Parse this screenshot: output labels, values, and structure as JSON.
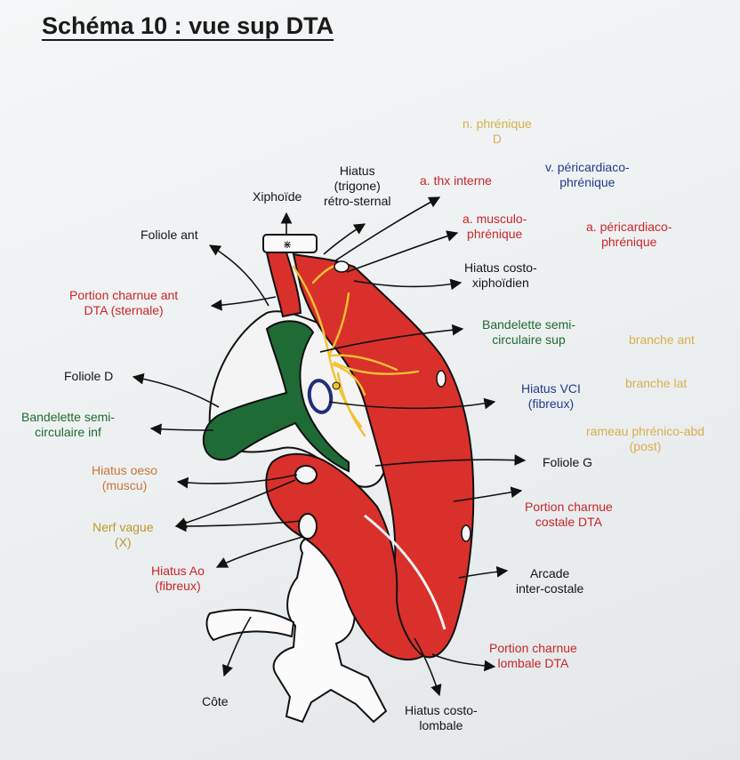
{
  "title": "Schéma 10 : vue sup DTA",
  "labels": {
    "xiphoide": "Xiphoïde",
    "hiatus_retro_sternal": "Hiatus\n(trigone)\nrétro-sternal",
    "a_thx_interne": "a. thx interne",
    "n_phrenique_d": "n. phrénique\nD",
    "v_pericardiaco": "v. péricardiaco-\nphrénique",
    "a_musculo": "a. musculo-\nphrénique",
    "a_pericardiaco": "a. péricardiaco-\nphrénique",
    "foliole_ant": "Foliole ant",
    "hiatus_costo_xiphoidien": "Hiatus costo-\nxiphoïdien",
    "portion_charnue_ant": "Portion charnue ant\nDTA (sternale)",
    "bandelette_sup": "Bandelette semi-\ncirculaire sup",
    "branche_ant": "branche ant",
    "foliole_d": "Foliole D",
    "branche_lat": "branche lat",
    "hiatus_vci": "Hiatus VCI\n(fibreux)",
    "bandelette_inf": "Bandelette semi-\ncirculaire inf",
    "rameau_phrenico": "rameau phrénico-abd\n(post)",
    "hiatus_oeso": "Hiatus oeso\n(muscu)",
    "foliole_g": "Foliole G",
    "nerf_vague": "Nerf vague\n(X)",
    "portion_charnue_costale": "Portion charnue\ncostale DTA",
    "hiatus_ao": "Hiatus Ao\n(fibreux)",
    "arcade_inter_costale": "Arcade\ninter-costale",
    "portion_charnue_lombale": "Portion charnue\nlombale DTA",
    "cote": "Côte",
    "hiatus_costo_lombale": "Hiatus costo-\nlombale"
  },
  "colors": {
    "muscle": "#d9302b",
    "bandelette": "#1f6b35",
    "tendon": "#f5f5f5",
    "nerve": "#f1c232",
    "vci_ring": "#1f2f7a",
    "outline": "#111111"
  }
}
